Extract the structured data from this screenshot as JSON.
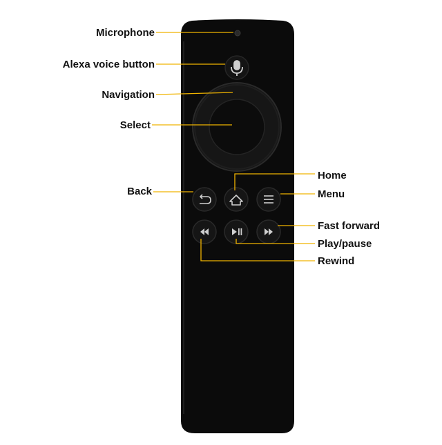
{
  "colors": {
    "remote_body": "#0b0b0b",
    "button_ring": "#1e1e1e",
    "icon": "#cfcfcf",
    "leader_line": "#f0b400",
    "label_text": "#111111",
    "background": "#ffffff"
  },
  "callouts": {
    "microphone": "Microphone",
    "alexa": "Alexa voice button",
    "navigation": "Navigation",
    "select": "Select",
    "back": "Back",
    "home": "Home",
    "menu": "Menu",
    "fast_forward": "Fast forward",
    "play_pause": "Play/pause",
    "rewind": "Rewind"
  },
  "icons": {
    "microphone": "microphone-hole-icon",
    "alexa": "mic-icon",
    "back": "back-arrow-icon",
    "home": "home-icon",
    "menu": "menu-icon",
    "rewind": "rewind-icon",
    "play_pause": "play-pause-icon",
    "fast_forward": "fast-forward-icon"
  }
}
